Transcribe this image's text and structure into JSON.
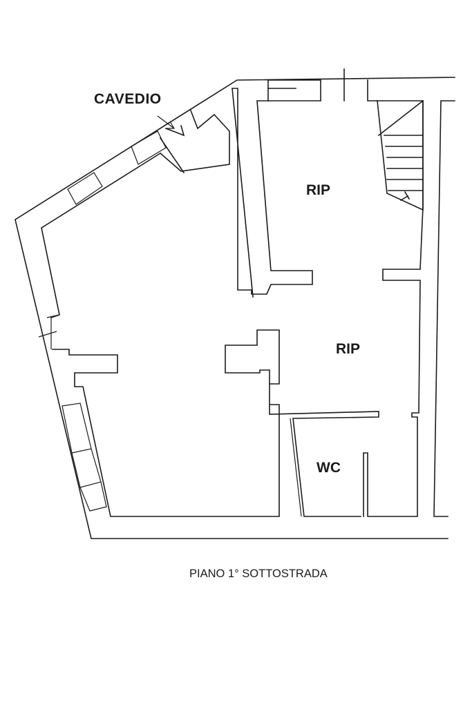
{
  "plan": {
    "rooms": [
      {
        "id": "cavedio",
        "label": "CAVEDIO"
      },
      {
        "id": "rip-upper",
        "label": "RIP"
      },
      {
        "id": "rip-lower",
        "label": "RIP"
      },
      {
        "id": "wc",
        "label": "WC"
      }
    ],
    "caption": "PIANO 1° SOTTOSTRADA"
  },
  "colors": {
    "line": "#1a1a1a",
    "background": "#ffffff"
  }
}
